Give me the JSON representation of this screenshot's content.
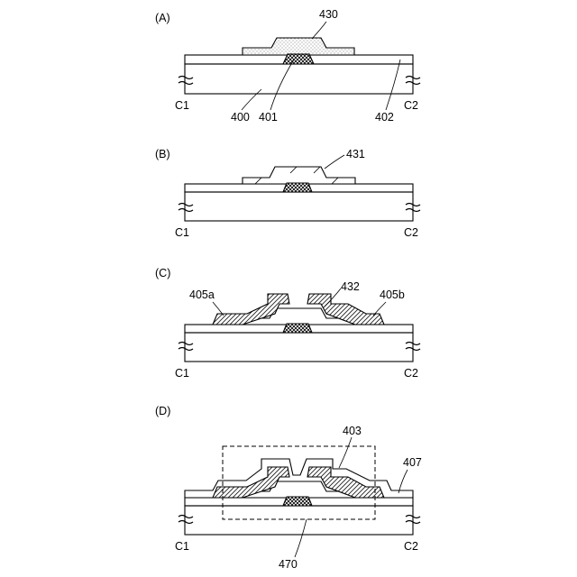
{
  "panels": {
    "a": {
      "tag": "(A)",
      "c1": "C1",
      "c2": "C2",
      "l430": "430",
      "l400": "400",
      "l401": "401",
      "l402": "402"
    },
    "b": {
      "tag": "(B)",
      "c1": "C1",
      "c2": "C2",
      "l431": "431"
    },
    "c": {
      "tag": "(C)",
      "c1": "C1",
      "c2": "C2",
      "l405a": "405a",
      "l432": "432",
      "l405b": "405b"
    },
    "d": {
      "tag": "(D)",
      "c1": "C1",
      "c2": "C2",
      "l403": "403",
      "l407": "407",
      "l470": "470"
    }
  }
}
